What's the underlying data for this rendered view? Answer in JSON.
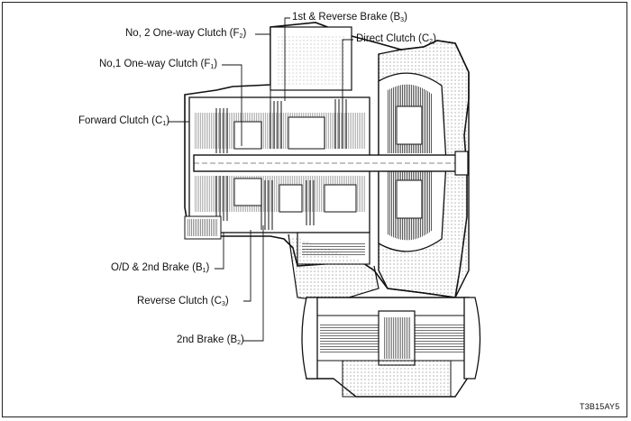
{
  "figure_code": "T3B15AY5",
  "labels": {
    "c1": {
      "text": "Forward Clutch (C",
      "sub": "1",
      "close": ")"
    },
    "f1": {
      "text": "No,1 One-way Clutch (F",
      "sub": "1",
      "close": ")"
    },
    "f2": {
      "text": "No, 2 One-way Clutch (F",
      "sub": "2",
      "close": ")"
    },
    "b3": {
      "text": "1st & Reverse Brake (B",
      "sub": "3",
      "close": ")"
    },
    "c2": {
      "text": "Direct Clutch (C",
      "sub": "2",
      "close": ")"
    },
    "b1": {
      "text": "O/D & 2nd Brake (B",
      "sub": "1",
      "close": ")"
    },
    "c3": {
      "text": "Reverse Clutch (C",
      "sub": "3",
      "close": ")"
    },
    "b2": {
      "text": "2nd Brake (B",
      "sub": "2",
      "close": ")"
    }
  },
  "colors": {
    "ink": "#111111",
    "housing": "#f2f2f2",
    "line": "#222222"
  }
}
